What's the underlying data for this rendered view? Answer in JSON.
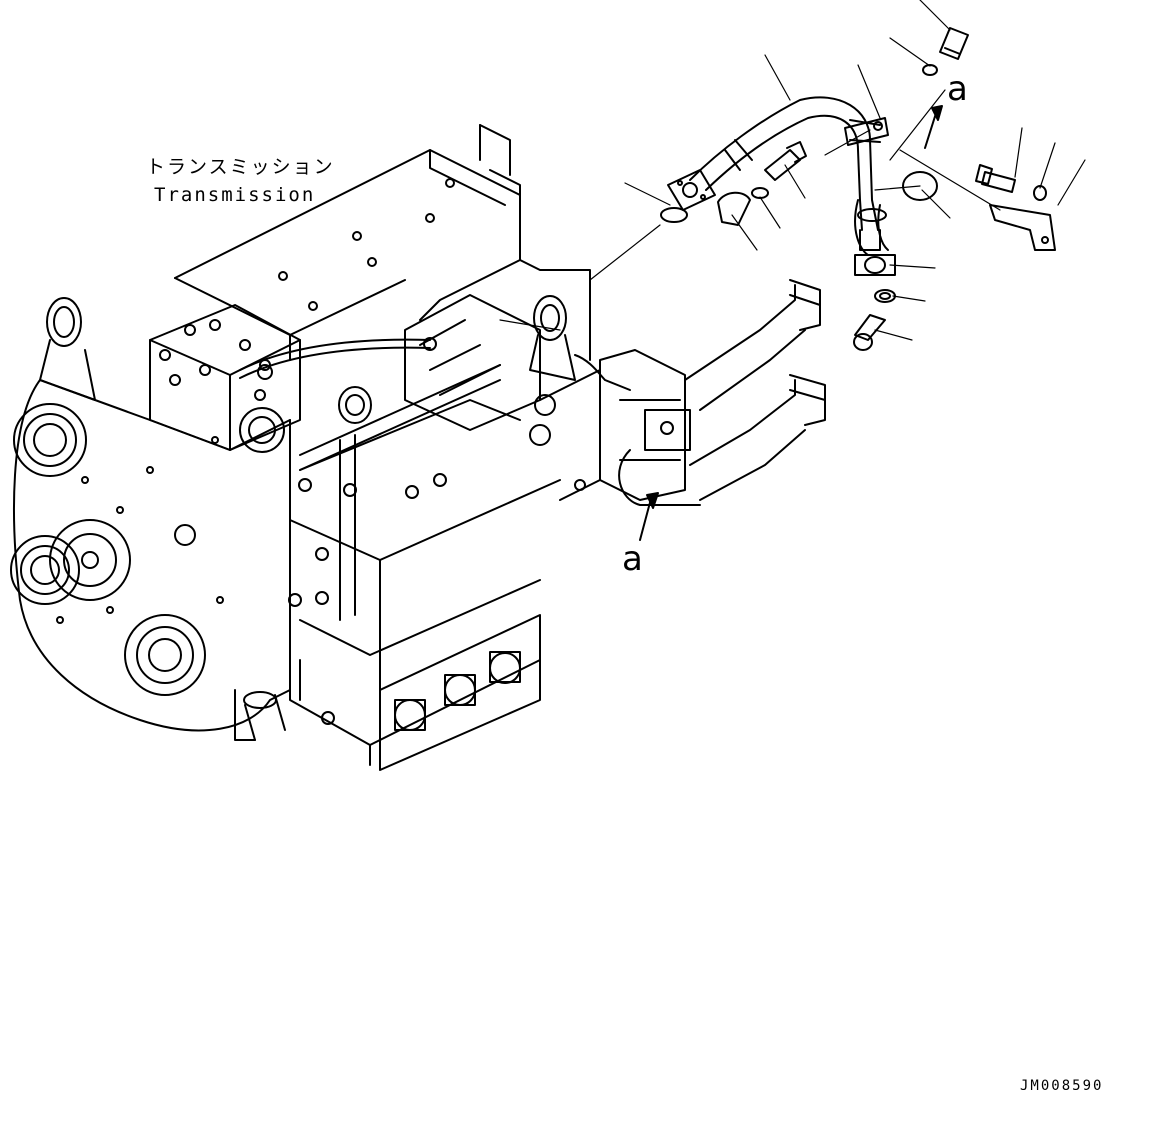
{
  "labels": {
    "transmission_jp": "トランスミッション",
    "transmission_en": "Transmission",
    "view_marker_top": "a",
    "view_marker_bottom": "a",
    "drawing_code": "JM008590"
  }
}
